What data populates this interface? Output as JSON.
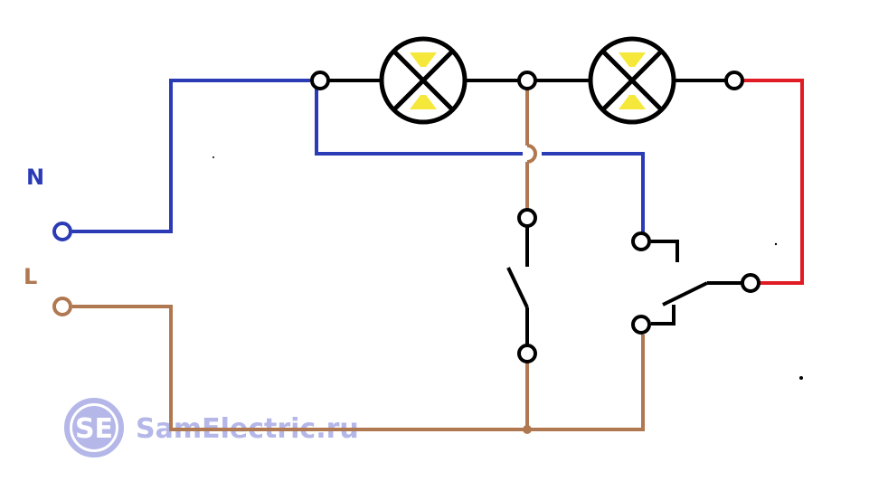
{
  "labels": {
    "neutral": "N",
    "line": "L"
  },
  "watermark": {
    "badge": "SE",
    "text": "SamElectric.ru"
  },
  "colors": {
    "neutral": "#2b3bb5",
    "line": "#b07850",
    "switched": "#e01b24",
    "wire": "#000000",
    "bulb_fill": "#f5e83a",
    "watermark": "#b4b7e8"
  },
  "icons": {
    "lamp": "lamp-icon",
    "switch": "switch-icon",
    "terminal": "terminal-icon"
  }
}
